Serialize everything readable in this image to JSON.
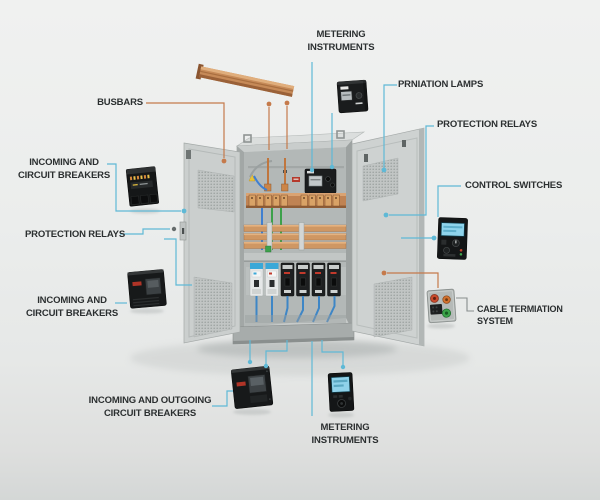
{
  "labels": {
    "metering_top": "METERING\nINSTRUMENTS",
    "busbars": "BUSBARS",
    "prniation_lamps": "PRNIATION LAMPS",
    "protection_relays_right": "PROTECTION RELAYS",
    "control_switches": "CONTROL SWITCHES",
    "cable_termination": "CABLE TERMIATION SYSTEM",
    "incoming_circuit_breakers_upper": "INCOMING AND\nCIRCUIT BREAKERS",
    "protection_relays_left": "PROTECTION RELAYS",
    "incoming_circuit_breakers_lower": "INCOMING AND\nCIRCUIT BREAKERS",
    "incoming_outgoing_circuit_breakers": "INCOMING AND OUTGOING\nCIRCUIT BREAKERS",
    "metering_bottom": "METERING\nINSTRUMENTS"
  },
  "colors": {
    "label_text": "#2b2f30",
    "leader_blue": "#5fb9d6",
    "leader_orange": "#c57a4b",
    "copper": "#c58a58",
    "cabinet_gray": "#c6cac9",
    "background_top": "#f0f1f0",
    "background_bottom": "#d4d7d6"
  }
}
